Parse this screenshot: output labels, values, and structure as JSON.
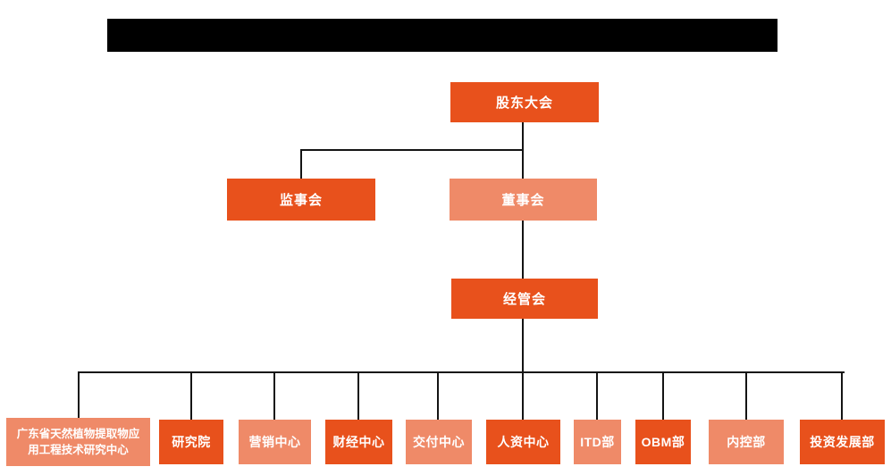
{
  "page": {
    "background": "#ffffff",
    "title_bar": {
      "redacted": true,
      "color": "#000000"
    }
  },
  "colors": {
    "node_dark": "#e8511c",
    "node_light": "#ef8a68",
    "node_text": "#ffffff",
    "connector": "#141414"
  },
  "org": {
    "root": {
      "label": "股东大会",
      "tone": "dark"
    },
    "level2": [
      {
        "label": "监事会",
        "tone": "dark"
      },
      {
        "label": "董事会",
        "tone": "light"
      }
    ],
    "level3": {
      "label": "经管会",
      "tone": "dark"
    },
    "departments": [
      {
        "label": "广东省天然植物提取物应用工程技术研究中心",
        "tone": "light"
      },
      {
        "label": "研究院",
        "tone": "dark"
      },
      {
        "label": "营销中心",
        "tone": "light"
      },
      {
        "label": "财经中心",
        "tone": "dark"
      },
      {
        "label": "交付中心",
        "tone": "light"
      },
      {
        "label": "人资中心",
        "tone": "dark"
      },
      {
        "label": "ITD部",
        "tone": "light"
      },
      {
        "label": "OBM部",
        "tone": "dark"
      },
      {
        "label": "内控部",
        "tone": "light"
      },
      {
        "label": "投资发展部",
        "tone": "dark"
      }
    ]
  }
}
